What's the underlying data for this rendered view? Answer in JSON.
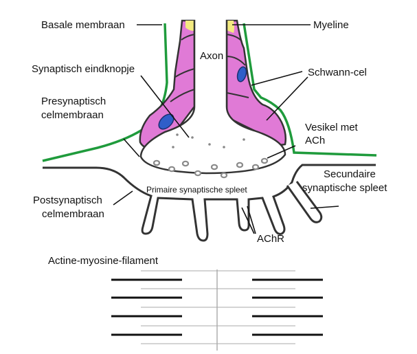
{
  "labels": {
    "basale_membraan": "Basale membraan",
    "myeline": "Myeline",
    "axon": "Axon",
    "synaptisch_eindknopje": "Synaptisch eindknopje",
    "schwann_cel": "Schwann-cel",
    "presynaptisch_1": "Presynaptisch",
    "presynaptisch_2": "celmembraan",
    "vesikel_1": "Vesikel met",
    "vesikel_2": "ACh",
    "secundaire_1": "Secundaire",
    "secundaire_2": "synaptische spleet",
    "primaire_spleet": "Primaire synaptische spleet",
    "postsynaptisch_1": "Postsynaptisch",
    "postsynaptisch_2": "celmembraan",
    "achr": "AChR",
    "actine_myosine": "Actine-myosine-filament"
  },
  "colors": {
    "schwann_cell": "#e07ad6",
    "myelin": "#f3ea80",
    "nucleus": "#2f5ec9",
    "basal_membrane": "#1f9b3c",
    "membrane": "#333333",
    "vesicle": "#8a8a8a"
  }
}
